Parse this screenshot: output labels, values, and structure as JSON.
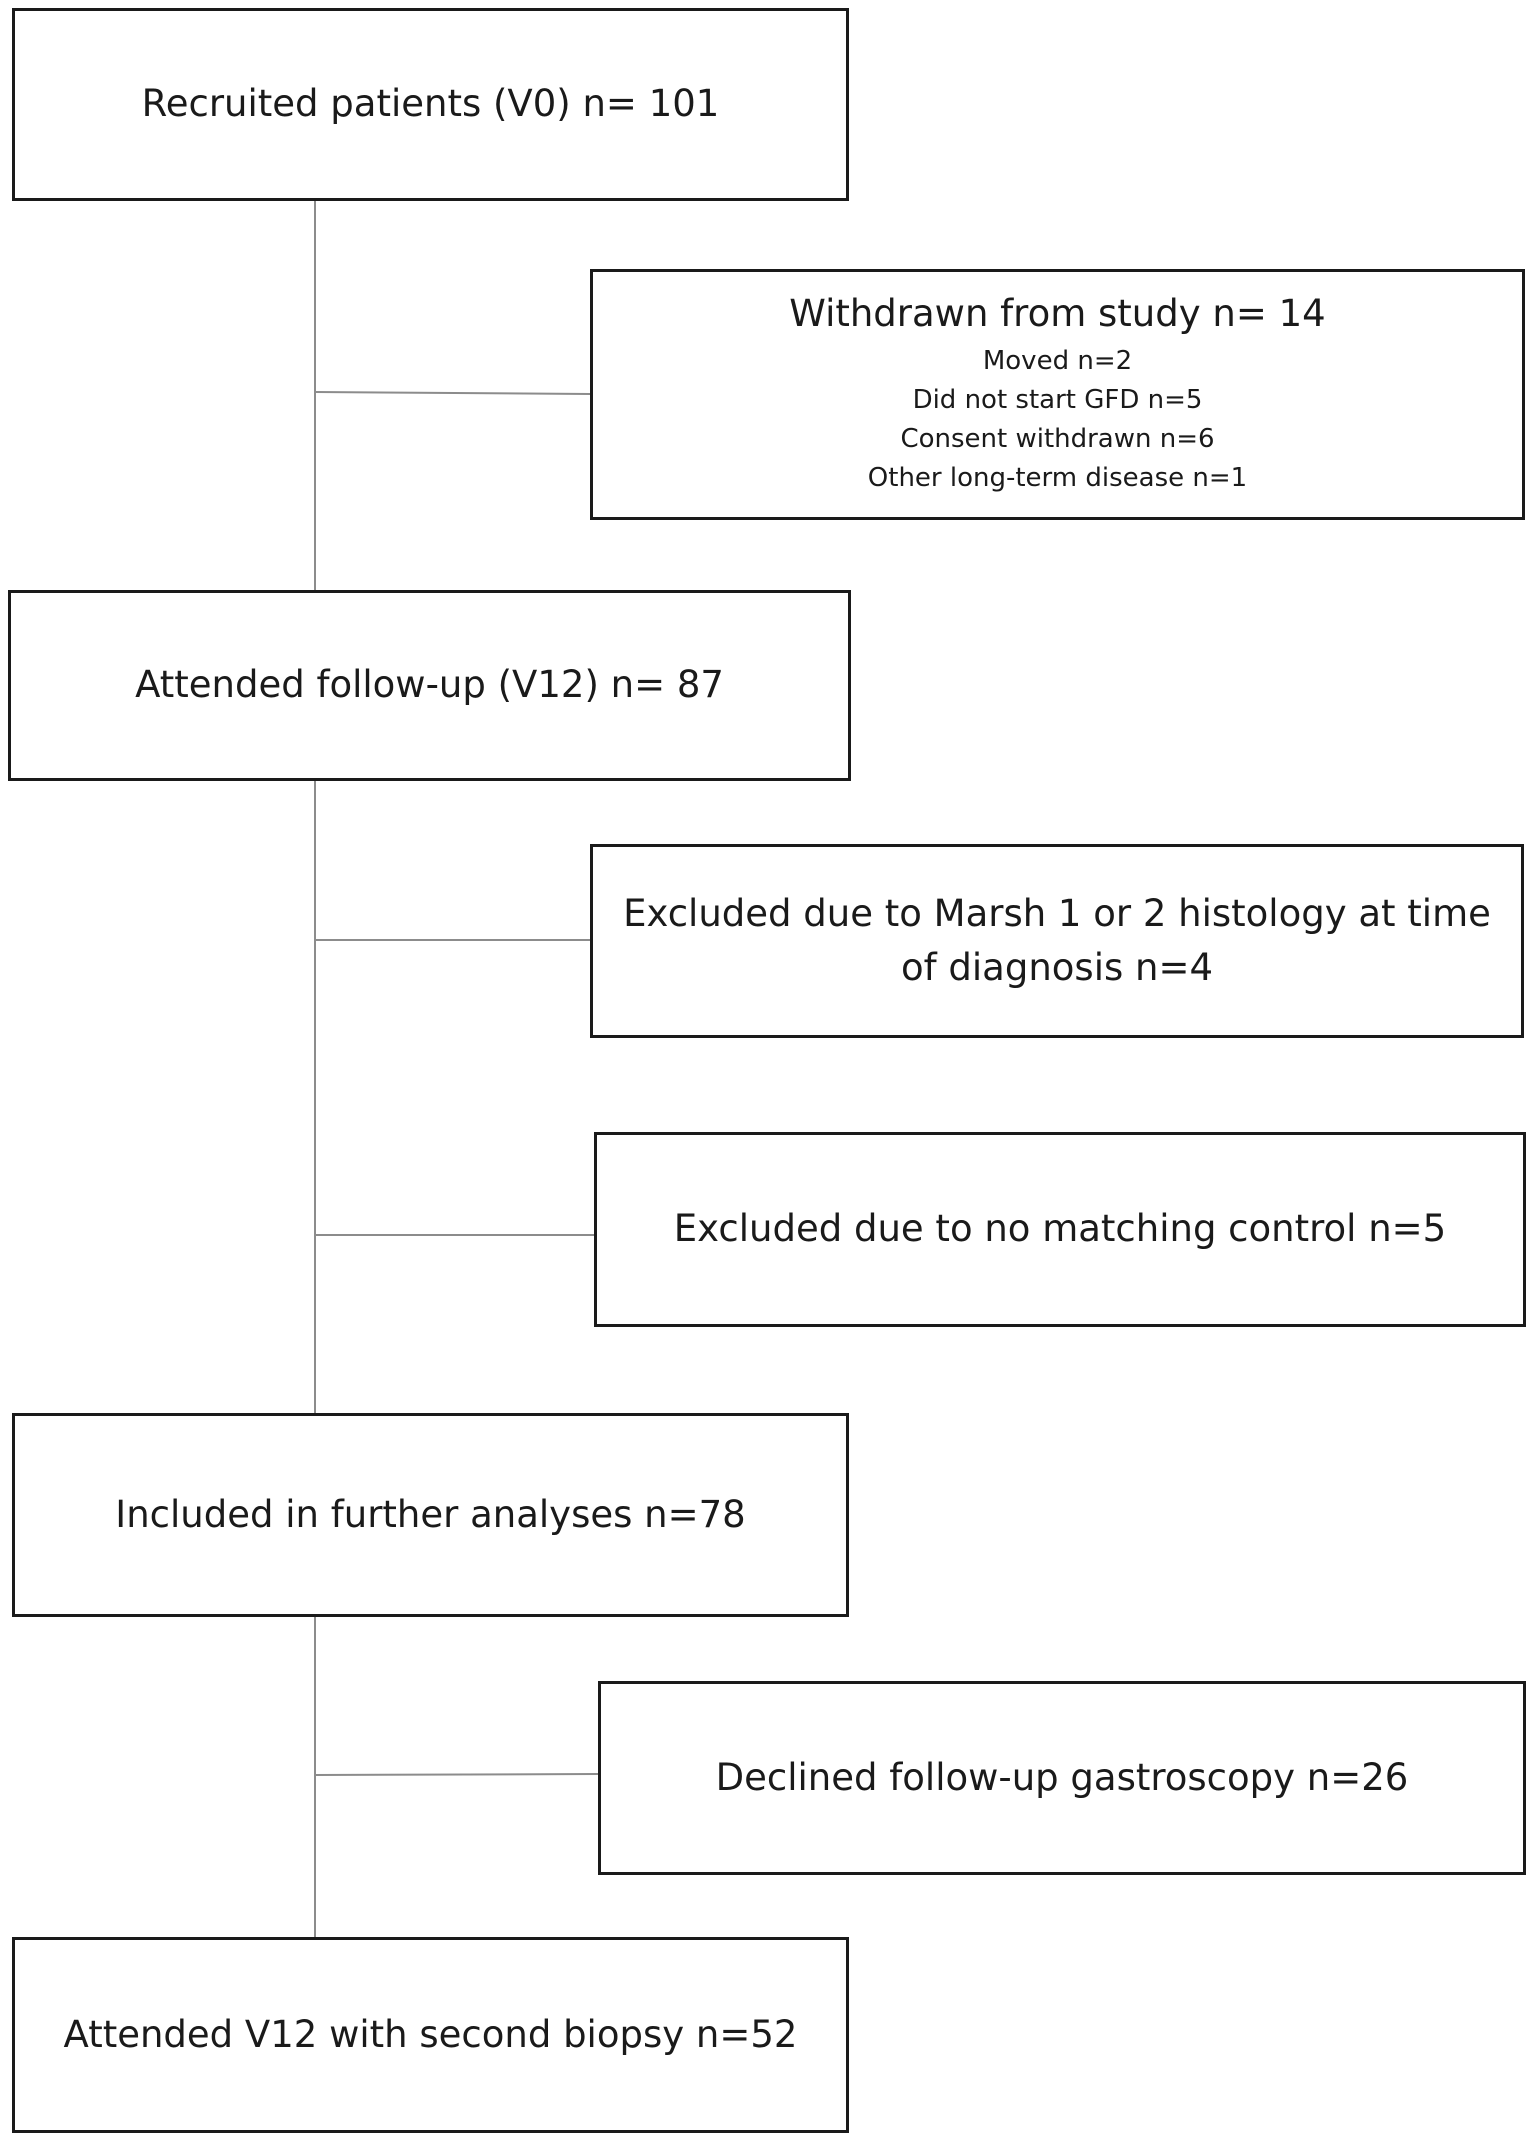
{
  "boxes": {
    "recruited": {
      "text": "Recruited patients (V0) n= 101"
    },
    "withdrawn": {
      "title": "Withdrawn from study n= 14",
      "details": [
        "Moved n=2",
        "Did not start GFD n=5",
        "Consent withdrawn n=6",
        "Other long-term disease n=1"
      ]
    },
    "attended": {
      "text": "Attended follow-up (V12) n= 87"
    },
    "marsh": {
      "text": "Excluded due to Marsh 1 or 2 histology at time of diagnosis n=4"
    },
    "nomatch": {
      "text": "Excluded due to no matching control n=5"
    },
    "included": {
      "text": "Included in further analyses n=78"
    },
    "declined": {
      "text": "Declined follow-up gastroscopy n=26"
    },
    "biopsy": {
      "text": "Attended V12 with second biopsy n=52"
    }
  },
  "colors": {
    "box_border": "#1a1a1a",
    "connector": "#8c8c8c",
    "background": "#ffffff"
  }
}
